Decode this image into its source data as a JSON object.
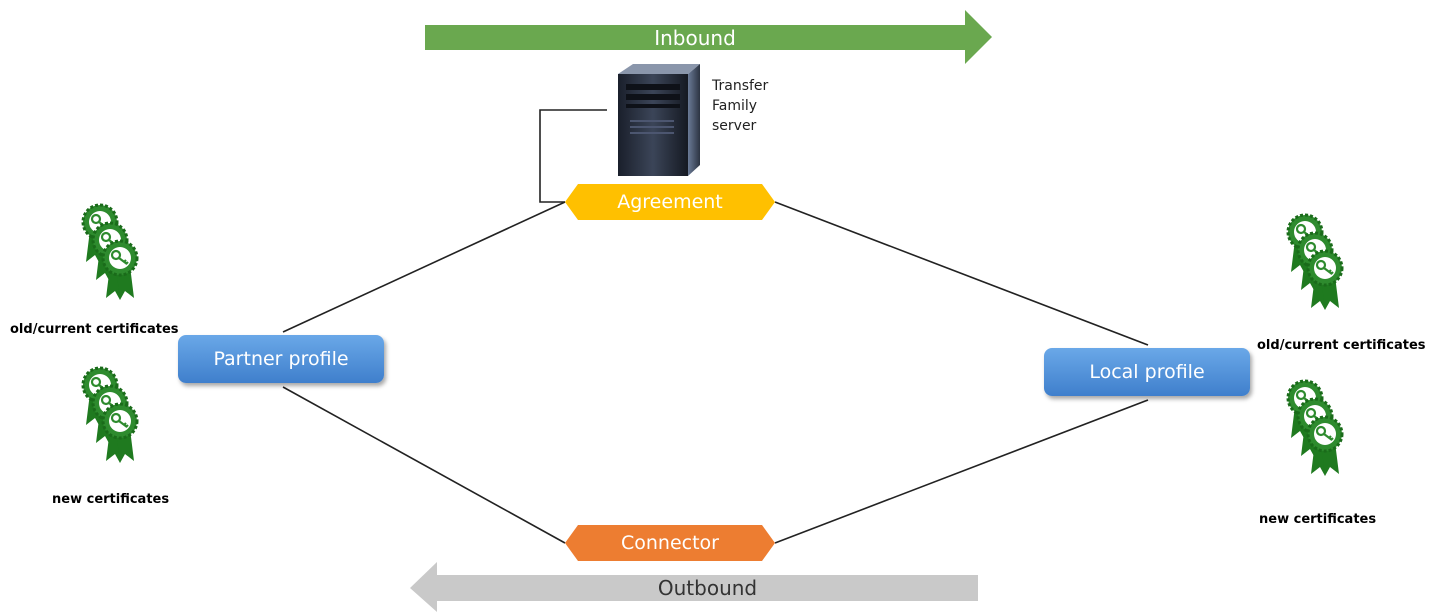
{
  "arrows": {
    "inbound": {
      "label": "Inbound",
      "color": "#6aa84f"
    },
    "outbound": {
      "label": "Outbound",
      "color": "#c9c9c9"
    }
  },
  "server": {
    "line1": "Transfer",
    "line2": "Family",
    "line3": "server",
    "icon": "server-tower-icon"
  },
  "agreement": {
    "label": "Agreement",
    "color": "#ffc000"
  },
  "connector": {
    "label": "Connector",
    "color": "#ed7d31"
  },
  "partner_profile": {
    "label": "Partner profile"
  },
  "local_profile": {
    "label": "Local profile"
  },
  "left_certs": {
    "old_label": "old/current certificates",
    "new_label": "new certificates",
    "icon": "certificate-key-badge-icon"
  },
  "right_certs": {
    "old_label": "old/current certificates",
    "new_label": "new certificates",
    "icon": "certificate-key-badge-icon"
  },
  "colors": {
    "cert_green": "#2e8b2e",
    "line": "#222222"
  }
}
